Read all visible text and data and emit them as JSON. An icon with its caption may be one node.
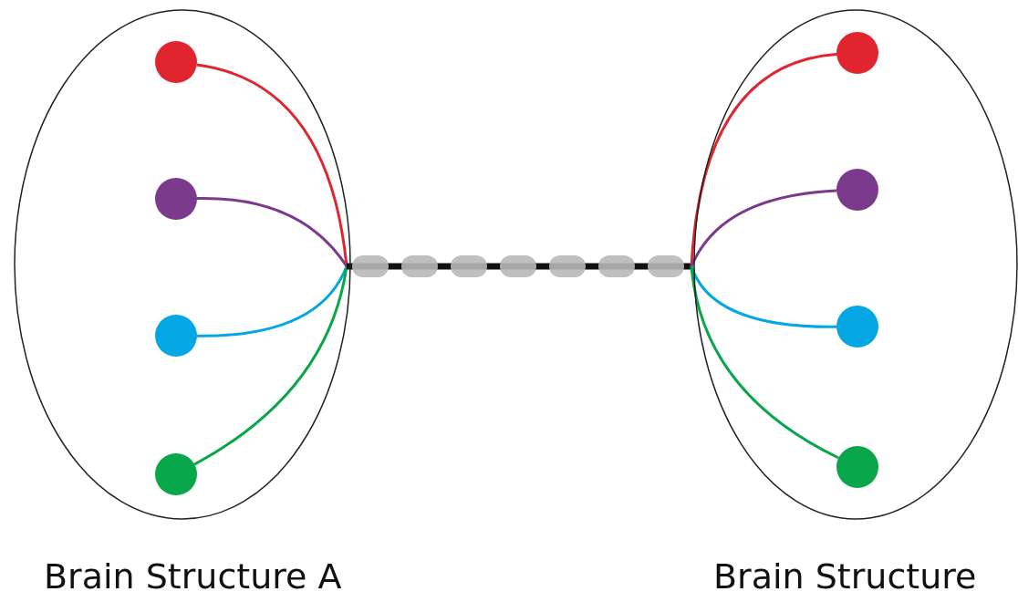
{
  "diagram": {
    "nodes": [
      {
        "text": [
          "Brain Structure A"
        ]
      },
      {
        "text": [],
        "shape": "circle",
        "in": 0
      },
      {
        "text": [],
        "shape": "circle",
        "in": 0
      },
      {
        "text": [],
        "shape": "circle",
        "in": 0
      },
      {
        "text": [],
        "shape": "circle",
        "in": 0
      },
      {
        "text": [
          "Brain Structure"
        ]
      },
      {
        "text": [],
        "shape": "circle",
        "in": 5
      },
      {
        "text": [],
        "shape": "circle",
        "in": 5
      },
      {
        "text": [],
        "shape": "circle",
        "in": 5
      },
      {
        "text": [],
        "shape": "circle",
        "in": 5
      }
    ],
    "edges": [
      {
        "from": 1,
        "to": 0,
        "arrow": "none",
        "color": "#e0252e"
      },
      {
        "from": 2,
        "to": 0,
        "arrow": "none",
        "color": "#7b3a8c"
      },
      {
        "from": 3,
        "to": 0,
        "arrow": "none",
        "color": "#05a6e2"
      },
      {
        "from": 4,
        "to": 0,
        "arrow": "none",
        "color": "#0aa64a"
      },
      {
        "from": 0,
        "to": 5,
        "arrow": "none",
        "style": "thick",
        "color": "#111111"
      },
      {
        "from": 5,
        "to": 6,
        "arrow": "none",
        "color": "#e0252e"
      },
      {
        "from": 5,
        "to": 7,
        "arrow": "none",
        "color": "#7b3a8c"
      },
      {
        "from": 5,
        "to": 8,
        "arrow": "none",
        "color": "#05a6e2"
      },
      {
        "from": 5,
        "to": 9,
        "arrow": "none",
        "color": "#0aa64a"
      }
    ]
  }
}
